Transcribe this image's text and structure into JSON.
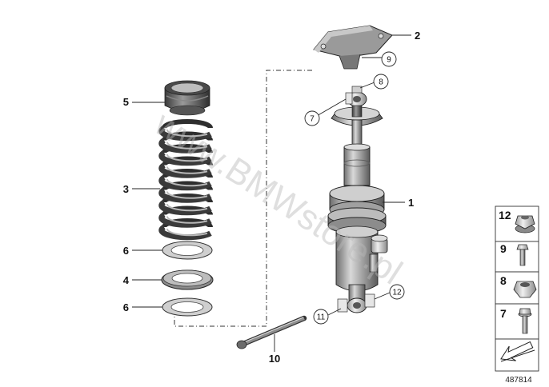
{
  "diagram": {
    "callouts": [
      {
        "id": "c1",
        "label": "1",
        "text_anchor": "start"
      },
      {
        "id": "c2",
        "label": "2",
        "text_anchor": "start"
      },
      {
        "id": "c3",
        "label": "3",
        "text_anchor": "end"
      },
      {
        "id": "c4",
        "label": "4",
        "text_anchor": "end"
      },
      {
        "id": "c5",
        "label": "5",
        "text_anchor": "end"
      },
      {
        "id": "c6a",
        "label": "6",
        "text_anchor": "end"
      },
      {
        "id": "c6b",
        "label": "6",
        "text_anchor": "end"
      },
      {
        "id": "c10",
        "label": "10",
        "text_anchor": "middle"
      }
    ],
    "circled_callouts": [
      {
        "id": "cc7",
        "label": "7"
      },
      {
        "id": "cc8",
        "label": "8"
      },
      {
        "id": "cc9",
        "label": "9"
      },
      {
        "id": "cc11",
        "label": "11"
      },
      {
        "id": "cc12",
        "label": "12"
      }
    ],
    "side_panel": {
      "items": [
        {
          "label": "12",
          "part": "flange-nut"
        },
        {
          "label": "9",
          "part": "small-bolt"
        },
        {
          "label": "8",
          "part": "hex-nut"
        },
        {
          "label": "7",
          "part": "flange-bolt"
        }
      ]
    },
    "watermark": "www.BMWstore.pl",
    "document_number": "487814"
  }
}
